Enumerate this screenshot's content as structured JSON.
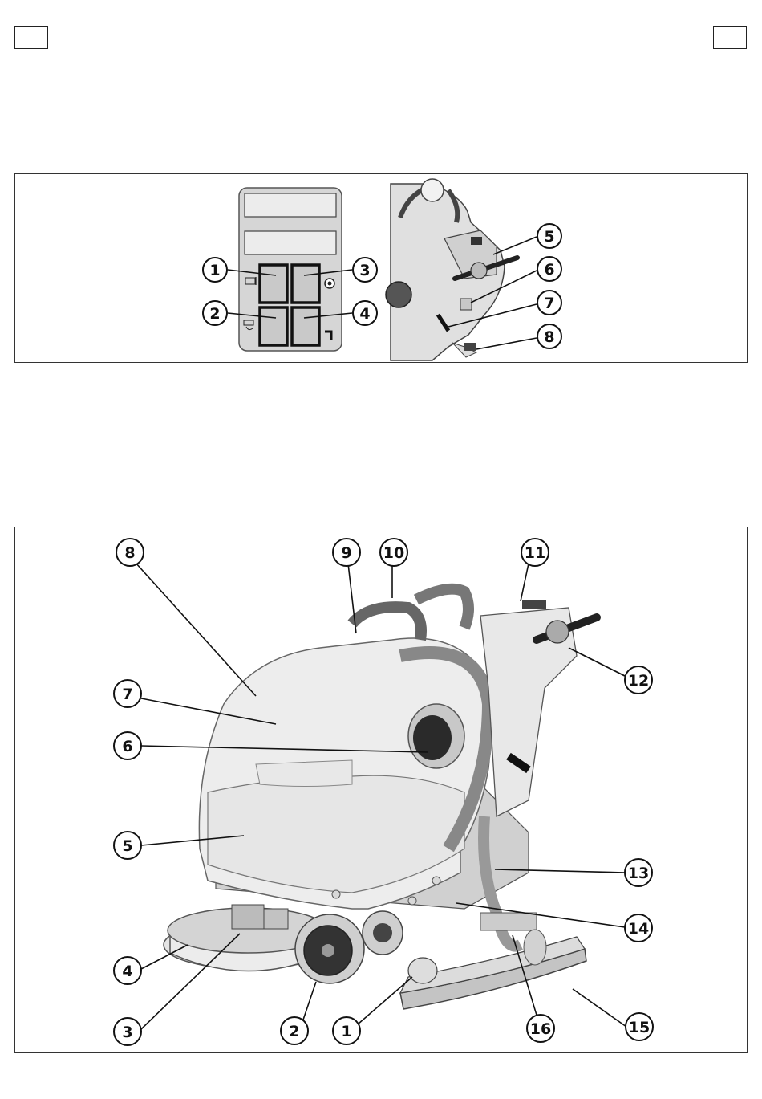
{
  "figure1": {
    "panel_callouts": [
      "1",
      "2",
      "3",
      "4"
    ],
    "handle_callouts": [
      "5",
      "6",
      "7",
      "8"
    ]
  },
  "figure2": {
    "callouts": [
      "8",
      "9",
      "10",
      "11",
      "7",
      "6",
      "12",
      "5",
      "13",
      "14",
      "4",
      "3",
      "2",
      "1",
      "16",
      "15"
    ]
  }
}
